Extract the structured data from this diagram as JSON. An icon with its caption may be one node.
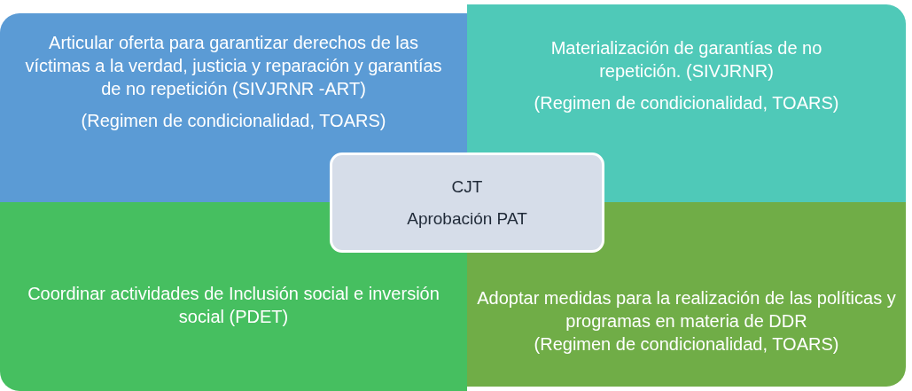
{
  "diagram": {
    "nodes": [
      {
        "text": [
          "Articular oferta para garantizar derechos de las víctimas a la verdad, justicia y reparación y garantías de no repetición (SIVJRNR -ART)",
          "(Regimen de condicionalidad, TOARS)"
        ]
      },
      {
        "text": [
          "Materialización de garantías de no repetición. (SIVJRNR)",
          "(Regimen de condicionalidad, TOARS)"
        ]
      },
      {
        "text": [
          "CJT",
          "Aprobación PAT"
        ]
      },
      {
        "text": [
          "Coordinar actividades de Inclusión social e inversión social (PDET)"
        ]
      },
      {
        "text": [
          "Adoptar medidas para la realización de las políticas y programas en materia de DDR",
          "(Regimen de condicionalidad, TOARS)"
        ]
      }
    ]
  }
}
